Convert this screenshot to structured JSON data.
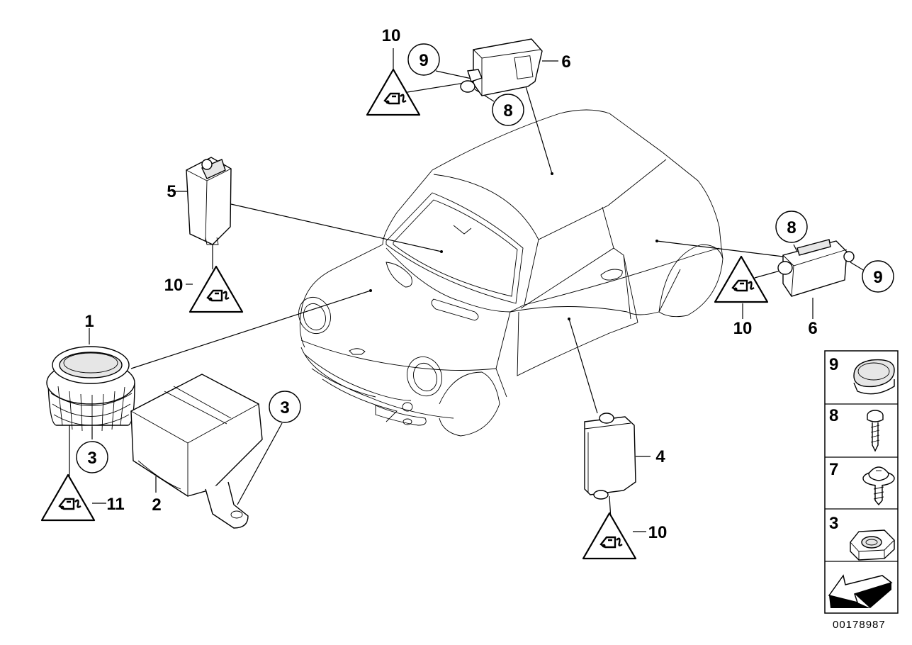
{
  "callouts": {
    "c1": "1",
    "c2": "2",
    "c3a": "3",
    "c3b": "3",
    "c4": "4",
    "c5": "5",
    "c6a": "6",
    "c6b": "6",
    "c8a": "8",
    "c8b": "8",
    "c9a": "9",
    "c9b": "9",
    "c10a": "10",
    "c10b": "10",
    "c10c": "10",
    "c10d": "10",
    "c11": "11"
  },
  "legend": [
    "9",
    "8",
    "7",
    "3"
  ],
  "diagram_code": "00178987",
  "icons": {
    "warning": "connector-warning-triangle-icon",
    "arrow": "back-arrow-icon"
  }
}
